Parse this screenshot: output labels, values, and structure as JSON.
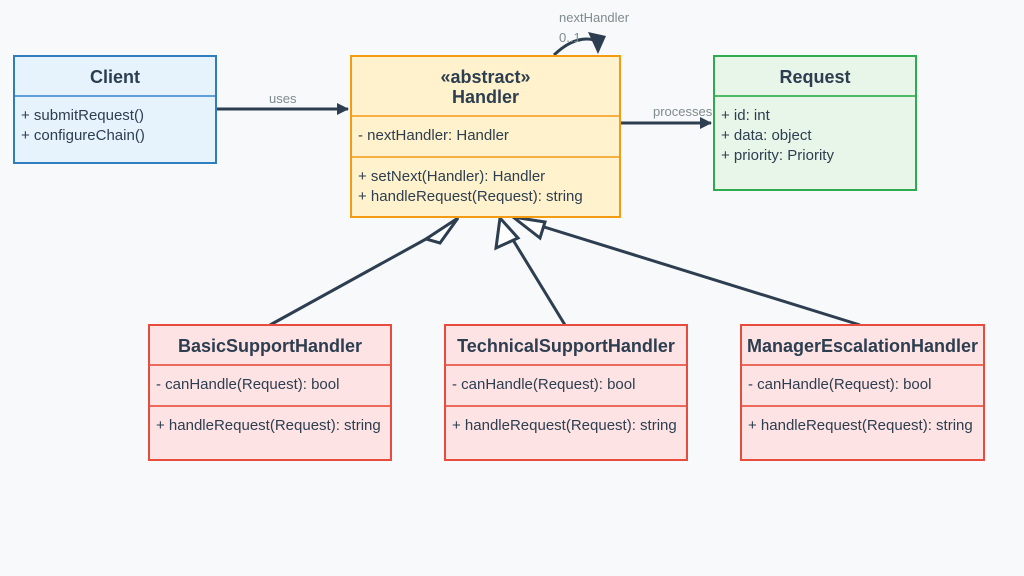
{
  "classes": {
    "client": {
      "name": "Client",
      "methods": [
        "+ submitRequest()",
        "+ configureChain()"
      ]
    },
    "handler": {
      "stereotype": "«abstract»",
      "name": "Handler",
      "attributes": [
        "- nextHandler: Handler"
      ],
      "methods": [
        "+ setNext(Handler): Handler",
        "+ handleRequest(Request): string"
      ]
    },
    "request": {
      "name": "Request",
      "attributes": [
        "+ id: int",
        "+ data: object",
        "+ priority: Priority"
      ]
    },
    "basic": {
      "name": "BasicSupportHandler",
      "attributes": [
        "- canHandle(Request): bool"
      ],
      "methods": [
        "+ handleRequest(Request): string"
      ]
    },
    "technical": {
      "name": "TechnicalSupportHandler",
      "attributes": [
        "- canHandle(Request): bool"
      ],
      "methods": [
        "+ handleRequest(Request): string"
      ]
    },
    "manager": {
      "name": "ManagerEscalationHandler",
      "attributes": [
        "- canHandle(Request): bool"
      ],
      "methods": [
        "+ handleRequest(Request): string"
      ]
    }
  },
  "relations": {
    "uses": "uses",
    "processes": "processes",
    "self_role": "nextHandler",
    "self_multiplicity": "0..1"
  },
  "colors": {
    "line": "#2c3e50",
    "client": "#2f7dbd",
    "handler": "#f39c12",
    "request": "#2faa4f",
    "concrete": "#e74c3c"
  }
}
